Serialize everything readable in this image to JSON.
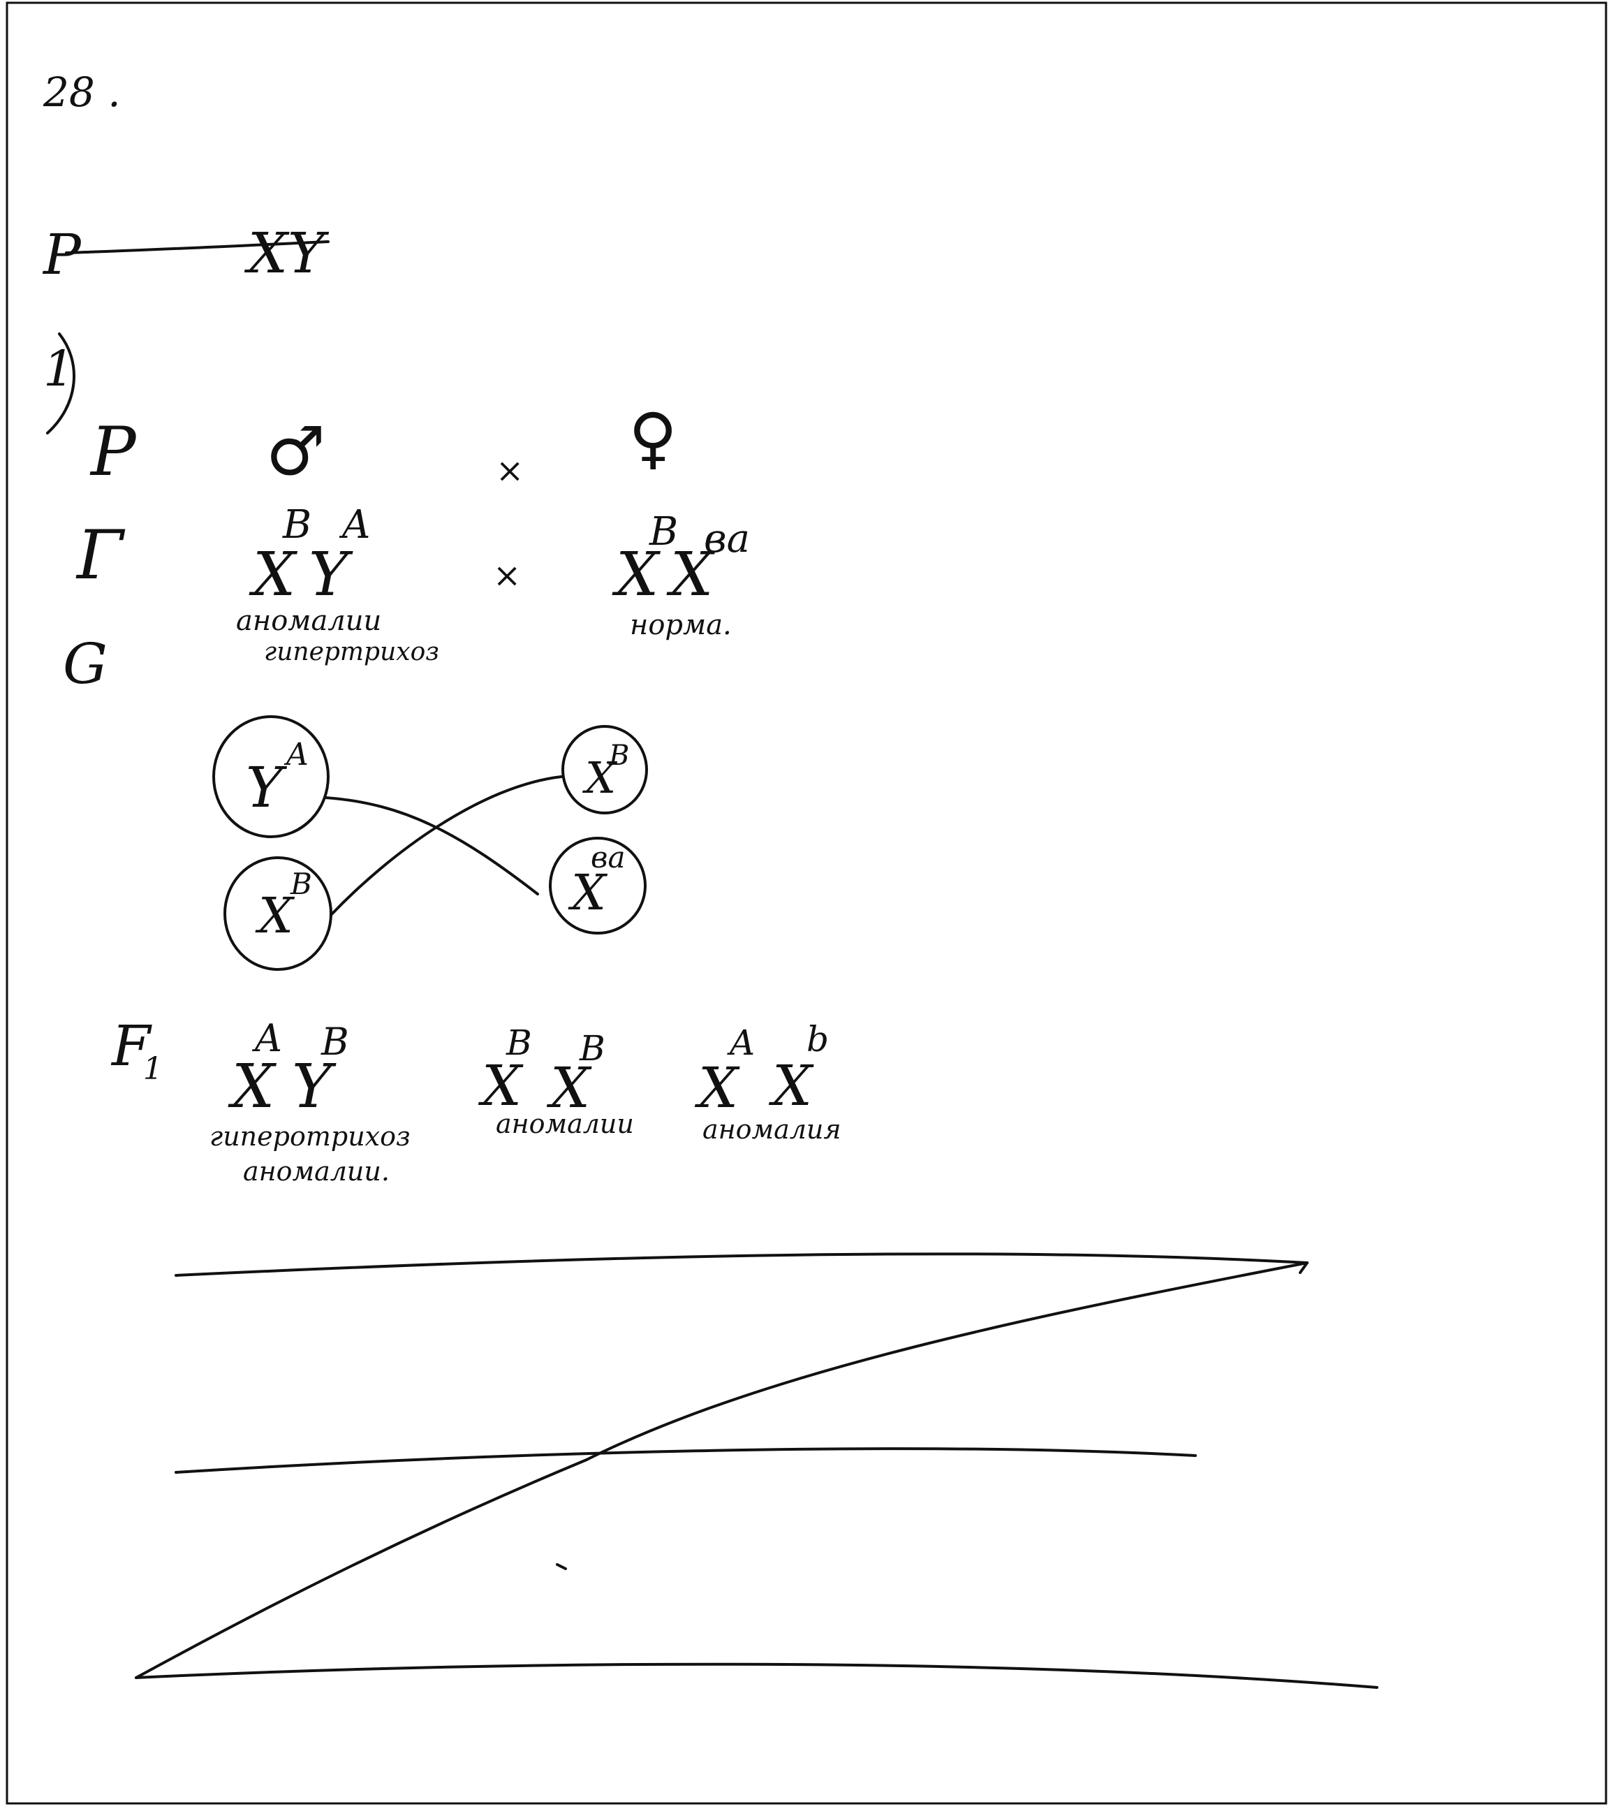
{
  "task_number": "28 .",
  "struck_line": {
    "label": "P",
    "value": "XY"
  },
  "part": {
    "number": "1",
    "bracket": ")"
  },
  "row_labels": {
    "p": "P",
    "gamma": "Γ",
    "g": "G",
    "f1": "F",
    "f1_sub": "1"
  },
  "parents": {
    "male_symbol": "♂",
    "female_symbol": "♀",
    "cross": "×",
    "male": {
      "base1": "X",
      "sup1": "B",
      "base2": "Y",
      "sup2": "A",
      "note1": "аномалии",
      "note2": "гипертрихоз"
    },
    "female": {
      "base1": "X",
      "sup1": "B",
      "base2": "X",
      "sup2": "ва",
      "note": "норма."
    }
  },
  "gametes": [
    {
      "base": "Y",
      "sup": "A"
    },
    {
      "base": "X",
      "sup": "B"
    },
    {
      "base": "X",
      "sup": "B"
    },
    {
      "base": "X",
      "sup": "ва"
    }
  ],
  "offspring": [
    {
      "base1": "X",
      "sup1": "A",
      "base2": "Y",
      "sup2": "B",
      "note1": "гиперотрихоз",
      "note2": "аномалии."
    },
    {
      "base1": "X",
      "sup1": "B",
      "base2": "X",
      "sup2": "B",
      "note1": "аномалии"
    },
    {
      "base1": "X",
      "sup1": "A",
      "base2": "X",
      "sup2": "b",
      "note1": "аномалия"
    }
  ]
}
